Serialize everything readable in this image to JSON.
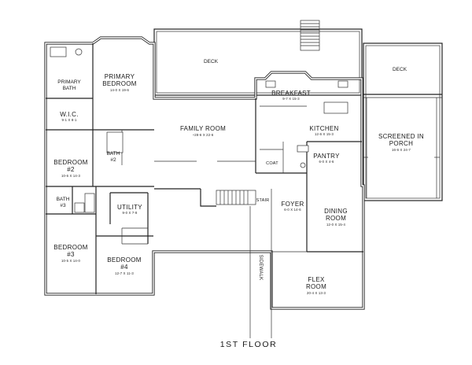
{
  "title": "1ST FLOOR",
  "rooms": {
    "deck_main": {
      "name": "DECK"
    },
    "deck_right": {
      "name": "DECK"
    },
    "primary_bedroom": {
      "name1": "PRIMARY",
      "name2": "BEDROOM",
      "dims": "14-0 X 19-6"
    },
    "primary_bath": {
      "name1": "PRIMARY",
      "name2": "BATH"
    },
    "wic": {
      "name": "W.I.C.",
      "dims": "9-1 X 8-1"
    },
    "family_room": {
      "name": "FAMILY ROOM",
      "dims": "~28-6 X 22-6"
    },
    "breakfast": {
      "name": "BREAKFAST",
      "dims": "9-7 X 15-3"
    },
    "kitchen": {
      "name": "KITCHEN",
      "dims": "12-6 X 15-3"
    },
    "pantry": {
      "name": "PANTRY",
      "dims": "6-0 X 4-6"
    },
    "coat": {
      "name": "COAT"
    },
    "screened_porch": {
      "name1": "SCREENED IN",
      "name2": "PORCH",
      "dims": "16-6 X 24-7"
    },
    "bedroom2": {
      "name1": "BEDROOM",
      "name2": "#2",
      "dims": "10-6 X 14-3"
    },
    "bath2": {
      "name1": "BATH",
      "name2": "#2"
    },
    "bath3": {
      "name1": "BATH",
      "name2": "#3"
    },
    "utility": {
      "name": "UTILITY",
      "dims": "9-0 X 7-8"
    },
    "stair": {
      "name": "STAIR"
    },
    "foyer": {
      "name": "FOYER",
      "dims": "6-0 X 14-6"
    },
    "dining": {
      "name1": "DINING",
      "name2": "ROOM",
      "dims": "12-0 X 15-4"
    },
    "bedroom3": {
      "name1": "BEDROOM",
      "name2": "#3",
      "dims": "10-5 X 14-0"
    },
    "bedroom4": {
      "name1": "BEDROOM",
      "name2": "#4",
      "dims": "12-7 X 11-3"
    },
    "flex": {
      "name1": "FLEX",
      "name2": "ROOM",
      "dims": "20-4 X 13-3"
    }
  },
  "sidewalk": "SIDEWALK"
}
